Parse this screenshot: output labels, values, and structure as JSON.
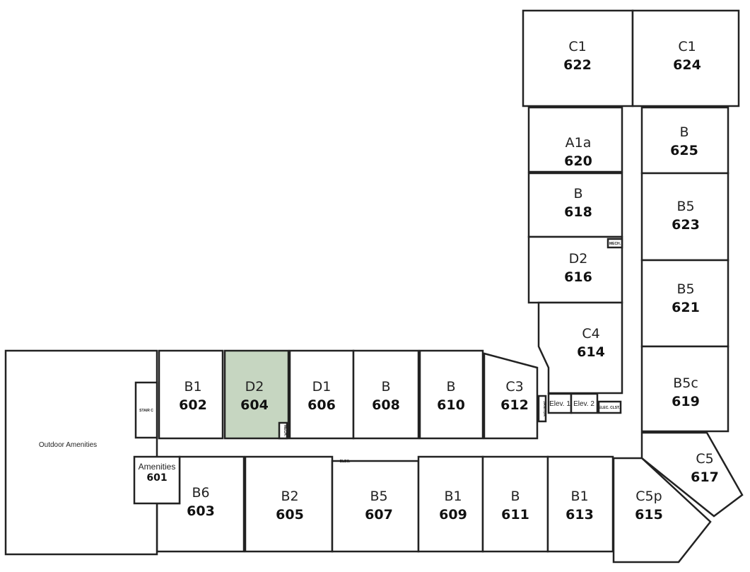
{
  "highlight_color": "#c6d6c1",
  "selected_unit": "604",
  "units": [
    {
      "number": "622",
      "type": "C1"
    },
    {
      "number": "624",
      "type": "C1"
    },
    {
      "number": "620",
      "type": "A1a"
    },
    {
      "number": "625",
      "type": "B"
    },
    {
      "number": "618",
      "type": "B"
    },
    {
      "number": "623",
      "type": "B5"
    },
    {
      "number": "616",
      "type": "D2"
    },
    {
      "number": "621",
      "type": "B5"
    },
    {
      "number": "614",
      "type": "C4"
    },
    {
      "number": "619",
      "type": "B5c"
    },
    {
      "number": "617",
      "type": "C5"
    },
    {
      "number": "615",
      "type": "C5p"
    },
    {
      "number": "602",
      "type": "B1"
    },
    {
      "number": "604",
      "type": "D2"
    },
    {
      "number": "606",
      "type": "D1"
    },
    {
      "number": "608",
      "type": "B"
    },
    {
      "number": "610",
      "type": "B"
    },
    {
      "number": "612",
      "type": "C3"
    },
    {
      "number": "603",
      "type": "B6"
    },
    {
      "number": "605",
      "type": "B2"
    },
    {
      "number": "607",
      "type": "B5"
    },
    {
      "number": "609",
      "type": "B1"
    },
    {
      "number": "611",
      "type": "B"
    },
    {
      "number": "613",
      "type": "B1"
    }
  ],
  "spaces": {
    "outdoor": "Outdoor Amenities",
    "amenities": {
      "label": "Amenities",
      "number": "601"
    },
    "stair": "STAIR C",
    "elev1": "Elev. 1",
    "elev2": "Elev. 2",
    "janitor": "JANITOR",
    "elec_closet": "ELEC. CLST.",
    "elec": "ELEC.",
    "mech1": "MECH.",
    "mech2": "MECH."
  }
}
